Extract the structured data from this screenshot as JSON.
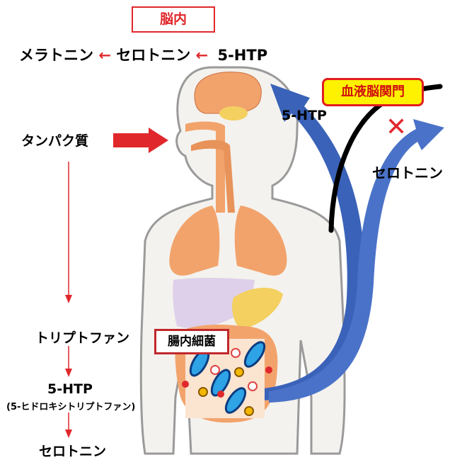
{
  "brain_box": "脳内",
  "pathway_top": {
    "melatonin": "メラトニン",
    "arrow": "←",
    "serotonin": "セロトニン",
    "htp": "5-HTP"
  },
  "protein": "タンパク質",
  "bbb_box": "血液脳関門",
  "right_htp": "5-HTP",
  "right_serotonin": "セロトニン",
  "blocked_mark": "✕",
  "gut_box": "腸内細菌",
  "left_chain": {
    "tryptophan": "トリプトファン",
    "htp": "5-HTP",
    "htp_full": "(5-ヒドロキシトリプトファン)",
    "serotonin": "セロトニン"
  },
  "colors": {
    "accent_red": "#e0282c",
    "arrow_blue": "#3a62b8",
    "organ_orange": "#f2a36c",
    "body_fill": "#f4f2ee",
    "bbb_yellow": "#fff200"
  }
}
